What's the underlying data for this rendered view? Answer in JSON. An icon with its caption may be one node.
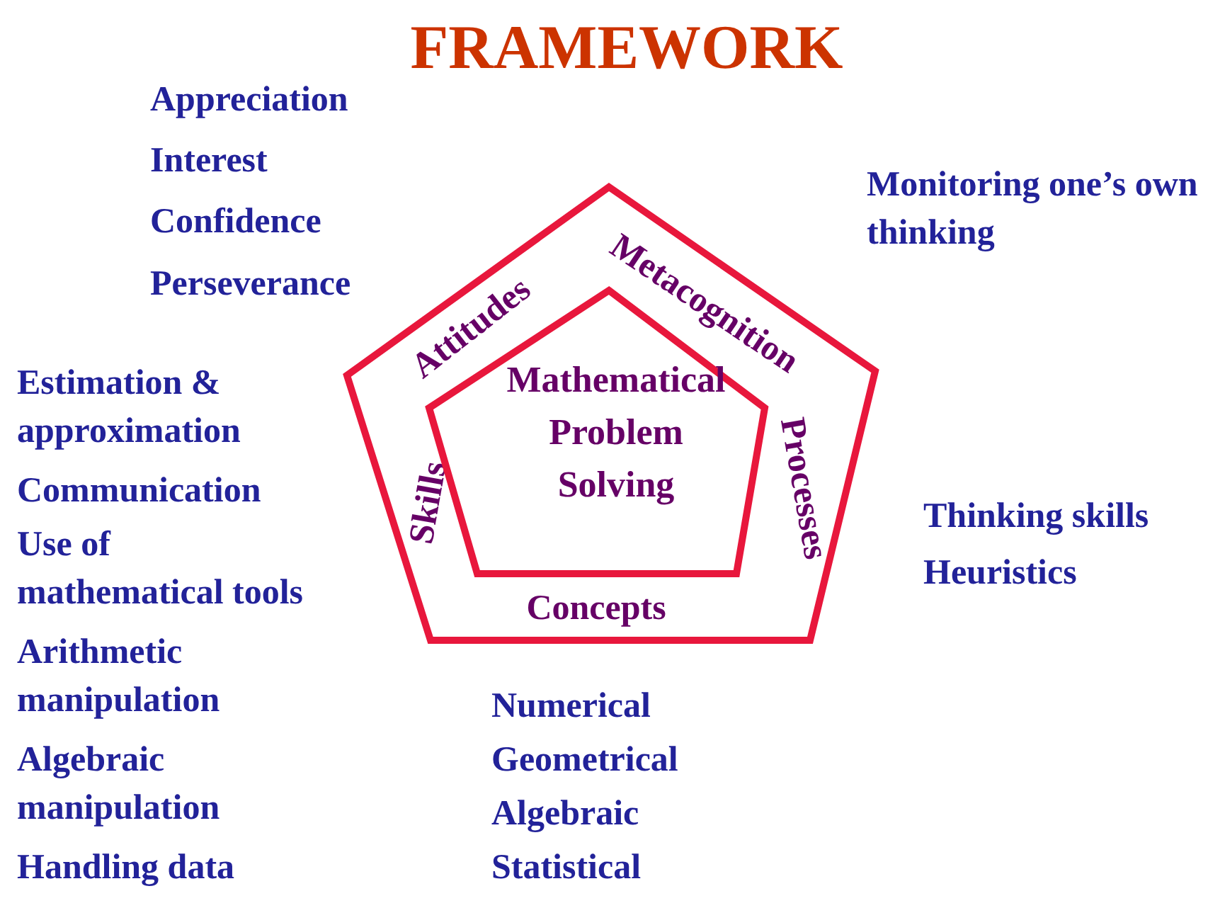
{
  "diagram": {
    "title": "FRAMEWORK",
    "nodes": [
      {
        "text": [
          "Attitudes",
          "Metacognition",
          "Processes",
          "Concepts",
          "Skills"
        ]
      },
      {
        "text": [
          "Mathematical Problem Solving"
        ],
        "in": 0
      }
    ],
    "labels": [
      "Appreciation",
      "Interest",
      "Confidence",
      "Perseverance",
      "Monitoring one’s own thinking",
      "Estimation & approximation",
      "Communication",
      "Use of mathematical tools",
      "Arithmetic manipulation",
      "Algebraic manipulation",
      "Handling data",
      "Thinking skills",
      "Heuristics",
      "Numerical",
      "Geometrical",
      "Algebraic",
      "Statistical"
    ]
  }
}
